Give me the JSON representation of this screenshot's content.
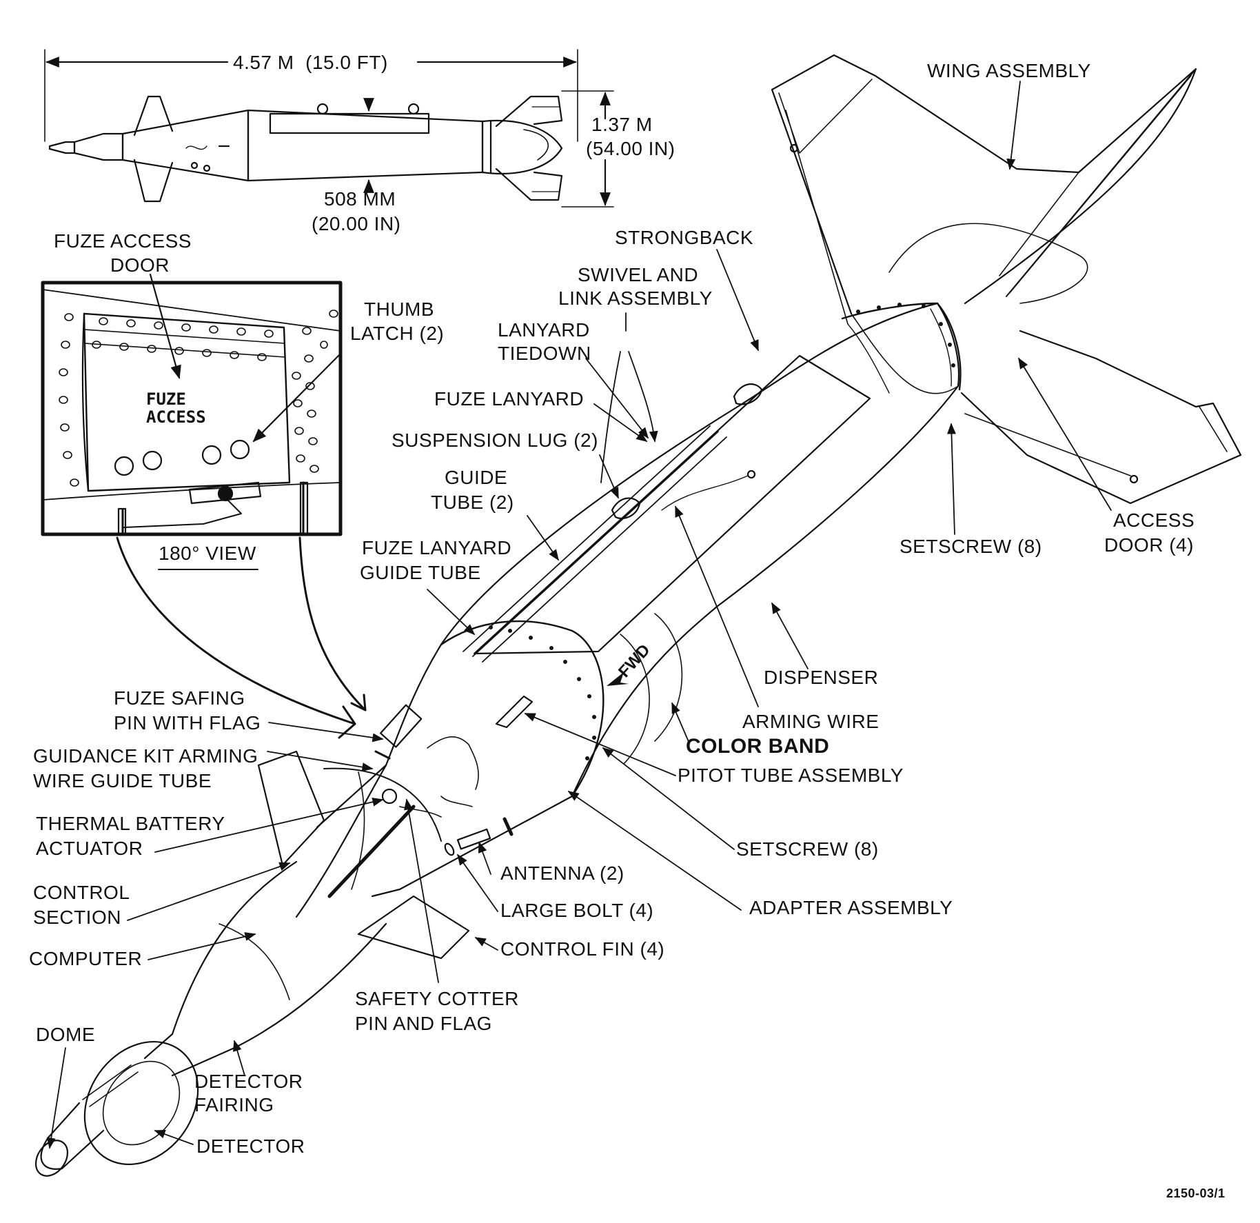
{
  "dimensions": {
    "length": "4.57 M  (15.0 FT)",
    "span_metric": "1.37 M",
    "span_imperial": "(54.00 IN)",
    "diameter_metric": "508 MM",
    "diameter_imperial": "(20.00 IN)"
  },
  "inset": {
    "title_line1": "FUZE ACCESS",
    "title_line2": "DOOR",
    "stencil": "FUZE\nACCESS",
    "view_caption": "180° VIEW",
    "thumb_latch_line1": "THUMB",
    "thumb_latch_line2": "LATCH (2)"
  },
  "labels": {
    "wing_assembly": "WING ASSEMBLY",
    "strongback": "STRONGBACK",
    "swivel_line1": "SWIVEL AND",
    "swivel_line2": "LINK ASSEMBLY",
    "lanyard_tiedown_line1": "LANYARD",
    "lanyard_tiedown_line2": "TIEDOWN",
    "fuze_lanyard": "FUZE LANYARD",
    "suspension_lug": "SUSPENSION LUG (2)",
    "guide_tube_line1": "GUIDE",
    "guide_tube_line2": "TUBE (2)",
    "fuze_lanyard_guide_line1": "FUZE LANYARD",
    "fuze_lanyard_guide_line2": "GUIDE TUBE",
    "setscrew_aft": "SETSCREW (8)",
    "access_door_line1": "ACCESS",
    "access_door_line2": "DOOR (4)",
    "dispenser": "DISPENSER",
    "arming_wire": "ARMING WIRE",
    "color_band": "COLOR BAND",
    "pitot_tube": "PITOT TUBE ASSEMBLY",
    "setscrew_fwd": "SETSCREW (8)",
    "adapter_assembly": "ADAPTER ASSEMBLY",
    "fuze_safing_line1": "FUZE SAFING",
    "fuze_safing_line2": "PIN WITH FLAG",
    "guidance_line1": "GUIDANCE KIT ARMING",
    "guidance_line2": "WIRE GUIDE TUBE",
    "thermal_line1": "THERMAL BATTERY",
    "thermal_line2": "ACTUATOR",
    "control_section_line1": "CONTROL",
    "control_section_line2": "SECTION",
    "computer": "COMPUTER",
    "dome": "DOME",
    "detector_fairing_line1": "DETECTOR",
    "detector_fairing_line2": "FAIRING",
    "detector": "DETECTOR",
    "antenna": "ANTENNA (2)",
    "large_bolt": "LARGE BOLT (4)",
    "control_fin": "CONTROL FIN (4)",
    "safety_cotter_line1": "SAFETY COTTER",
    "safety_cotter_line2": "PIN AND FLAG",
    "fwd_marking": "FWD"
  },
  "figure_number": "2150-03/1",
  "colors": {
    "ink": "#111111",
    "paper": "#ffffff"
  }
}
